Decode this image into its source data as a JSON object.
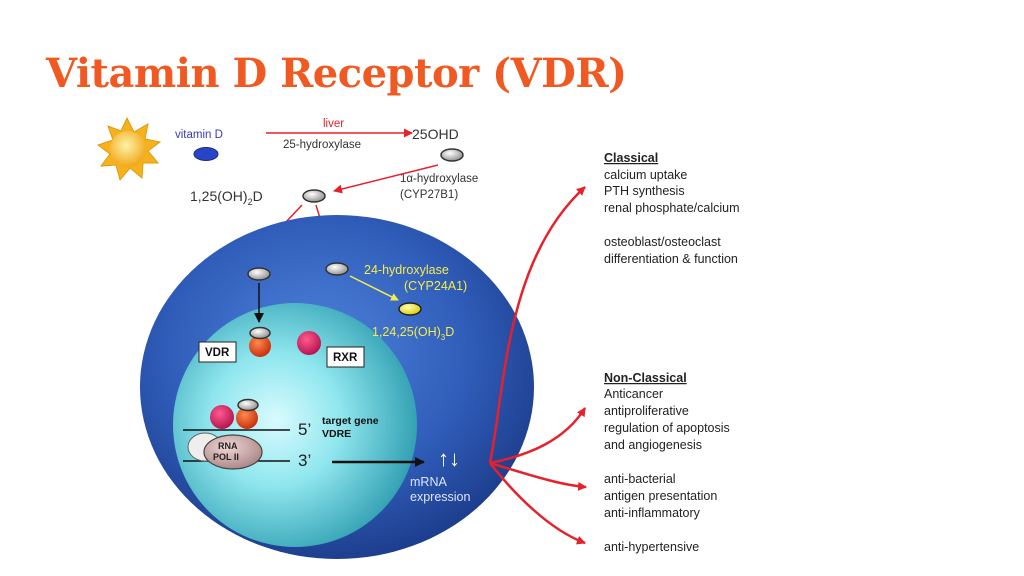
{
  "title": "Vitamin D Receptor (VDR)",
  "colors": {
    "title": "#f05a22",
    "arrow_red": "#e8202a",
    "cell_outer": "#1e3f8f",
    "nucleus": "#8fe6ee",
    "metabolite_text": "#f4ec4a",
    "ligand_fill": "#e8e8e8",
    "vdr_red": "#dd3a10",
    "rxr_magenta": "#cc1a5a"
  },
  "diagram": {
    "vitamin_d": "vitamin D",
    "liver": "liver",
    "hydroxylase_25": "25-hydroxylase",
    "ohd25": "25OHD",
    "hydroxylase_1a_line1": "1α-hydroxylase",
    "hydroxylase_1a_line2": "(CYP27B1)",
    "calcitriol": "1,25(OH)",
    "calcitriol_sub": "2",
    "calcitriol_end": "D",
    "hydroxylase_24_line1": "24-hydroxylase",
    "hydroxylase_24_line2": "(CYP24A1)",
    "metabolite": "1,24,25(OH)",
    "metabolite_sub": "3",
    "metabolite_end": "D",
    "vdr": "VDR",
    "rxr": "RXR",
    "five_prime": "5’",
    "three_prime": "3’",
    "target_gene": "target gene",
    "vdre": "VDRE",
    "rna": "RNA",
    "pol": "POL II",
    "mrna_arrows": "↑↓",
    "mrna_line1": "mRNA",
    "mrna_line2": "expression"
  },
  "classical": {
    "heading": "Classical",
    "group1": [
      "calcium uptake",
      "PTH synthesis",
      "renal phosphate/calcium"
    ],
    "group2": [
      "osteoblast/osteoclast",
      "differentiation & function"
    ]
  },
  "non_classical": {
    "heading": "Non-Classical",
    "group1": [
      "Anticancer",
      "antiproliferative",
      "regulation of apoptosis",
      "and angiogenesis"
    ],
    "group2": [
      "anti-bacterial",
      "antigen presentation",
      "anti-inflammatory"
    ],
    "group3": [
      "anti-hypertensive"
    ]
  }
}
